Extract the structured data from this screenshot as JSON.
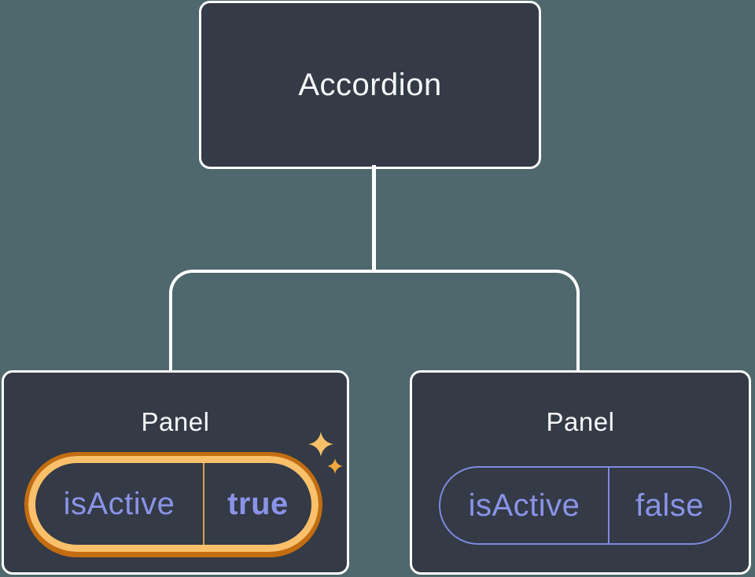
{
  "colors": {
    "background": "#4E686D",
    "node_fill": "#343A46",
    "node_border": "#FFFFFF",
    "connector": "#FFFFFF",
    "node_text": "#F6F7F9",
    "prop_text": "#8A93E8",
    "prop_outline": "#7E89DF",
    "highlight_dark": "#C46D10",
    "highlight_light": "#FBC06A",
    "highlight_divider": "#D9A24C",
    "sparkle_large": "#F8C169",
    "sparkle_small": "#F2A93C"
  },
  "tree": {
    "root": {
      "label": "Accordion"
    },
    "panels": [
      {
        "label": "Panel",
        "prop_name": "isActive",
        "prop_value": "true",
        "highlighted": true
      },
      {
        "label": "Panel",
        "prop_name": "isActive",
        "prop_value": "false",
        "highlighted": false
      }
    ]
  }
}
